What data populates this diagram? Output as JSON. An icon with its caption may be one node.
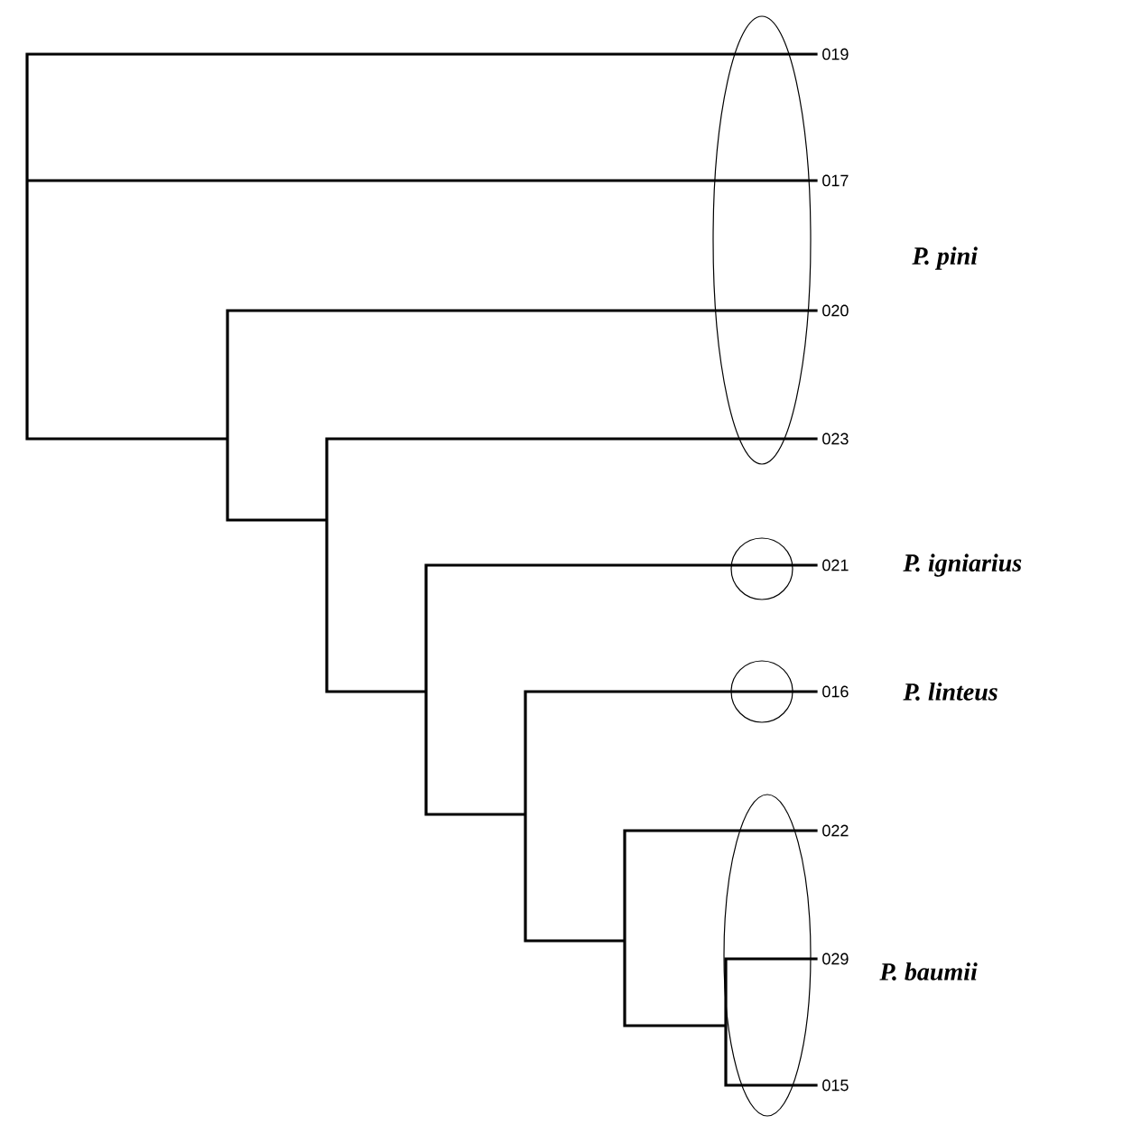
{
  "diagram": {
    "nodes": [
      {
        "text": [],
        "shape": "ellipse"
      },
      {
        "text": [],
        "shape": "circle"
      },
      {
        "text": [],
        "shape": "circle"
      },
      {
        "text": [],
        "shape": "ellipse"
      }
    ],
    "edges": [],
    "labels": [
      "019",
      "017",
      "P. pini",
      "020",
      "023",
      "021",
      "P. igniarius",
      "016",
      "P. linteus",
      "022",
      "029",
      "P. baumii",
      "015"
    ]
  }
}
